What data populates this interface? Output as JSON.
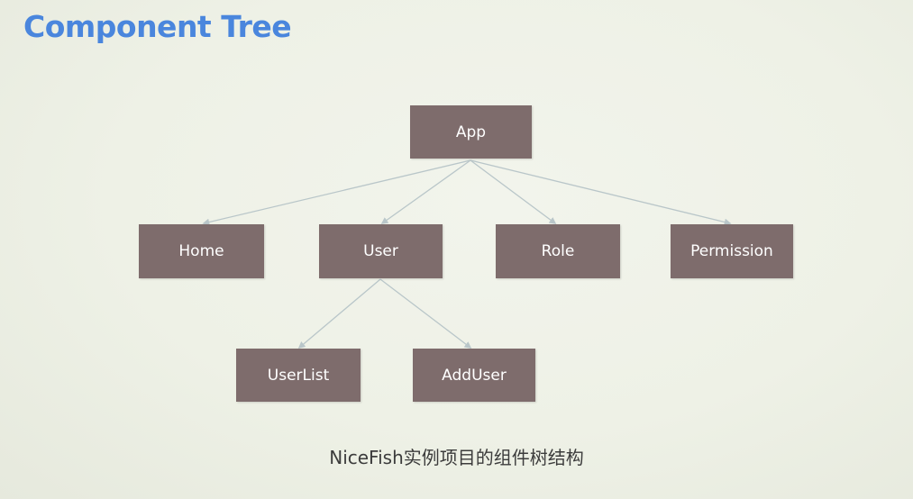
{
  "slide": {
    "title": "Component Tree",
    "caption": "NiceFish实例项目的组件树结构"
  },
  "tree": {
    "root": "App",
    "level1": [
      "Home",
      "User",
      "Role",
      "Permission"
    ],
    "user_children": [
      "UserList",
      "AddUser"
    ]
  },
  "colors": {
    "title": "#4a86dd",
    "node_fill": "#7e6c6c",
    "node_text": "#ffffff",
    "connector": "#b9c6c9"
  }
}
